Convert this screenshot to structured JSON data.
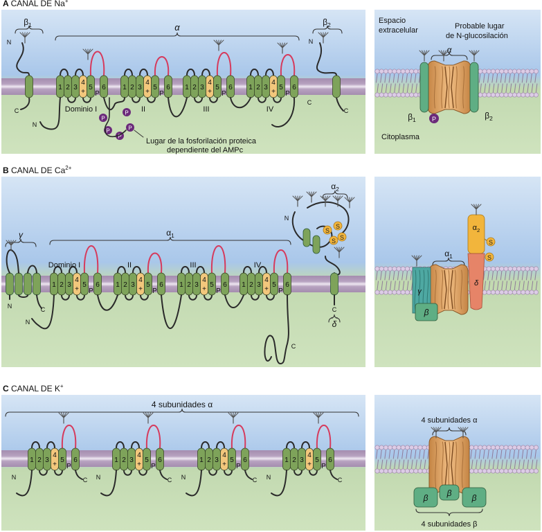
{
  "colors": {
    "extracellular": "#b9d2ee",
    "cytoplasm": "#c7ddb4",
    "membrane": "#9e86a8",
    "segment": "#7ea35a",
    "voltage_sensor": "#f2c77c",
    "p_loop": "#d63a5c",
    "phosphate": "#6b2a7a",
    "disulfide": "#f2b53c",
    "channel": "#d99a5a",
    "beta_cytoplasmic": "#5fae84",
    "gamma": "#4ea8a2",
    "delta": "#e68468"
  },
  "sections": [
    {
      "key": "A",
      "letter": "A",
      "title_base": "CANAL DE Na",
      "title_sup": "+",
      "labels": {
        "b1": "β",
        "b1_sub": "1",
        "alpha": "α",
        "b2": "β",
        "b2_sub": "2",
        "dominio": "Dominio I",
        "d2": "II",
        "d3": "III",
        "d4": "IV",
        "N1": "N",
        "C1": "C",
        "N2": "N",
        "C2": "C",
        "N3": "N",
        "C3": "C",
        "phos_line1": "Lugar de la fosforilación proteica",
        "phos_line2": "dependiente del AMPc",
        "p": "P"
      },
      "panel": {
        "extracellular": "Espacio extracelular",
        "extra_line1": "Espacio",
        "extra_line2": "extracelular",
        "glyco_line1": "Probable lugar",
        "glyco_line2": "de N-glucosilación",
        "alpha": "α",
        "b1": "β",
        "b1_sub": "1",
        "b2": "β",
        "b2_sub": "2",
        "cyto": "Citoplasma",
        "p": "P"
      }
    },
    {
      "key": "B",
      "letter": "B",
      "title_base": "CANAL DE Ca",
      "title_sup": "2+",
      "labels": {
        "gamma": "γ",
        "alpha1": "α",
        "alpha1_sub": "1",
        "alpha2": "α",
        "alpha2_sub": "2",
        "delta": "δ",
        "dominio": "Dominio I",
        "d2": "II",
        "d3": "III",
        "d4": "IV",
        "N1": "N",
        "C1": "C",
        "N2": "N",
        "C2": "C",
        "N3": "N",
        "C3": "C",
        "s": "S"
      },
      "panel": {
        "gamma": "γ",
        "alpha1": "α",
        "alpha1_sub": "1",
        "alpha2": "α",
        "alpha2_sub": "2",
        "delta": "δ",
        "beta": "β",
        "s": "S"
      }
    },
    {
      "key": "C",
      "letter": "C",
      "title_base": "CANAL DE K",
      "title_sup": "+",
      "labels": {
        "subunits": "4 subunidades α",
        "N": "N",
        "C": "C"
      },
      "panel": {
        "alpha_label": "4 subunidades α",
        "beta_label": "4 subunidades β",
        "beta": "β"
      }
    }
  ],
  "segments": [
    "1",
    "2",
    "3",
    "4",
    "5",
    "6"
  ],
  "sensor_sign": "+",
  "pore_label": "P"
}
